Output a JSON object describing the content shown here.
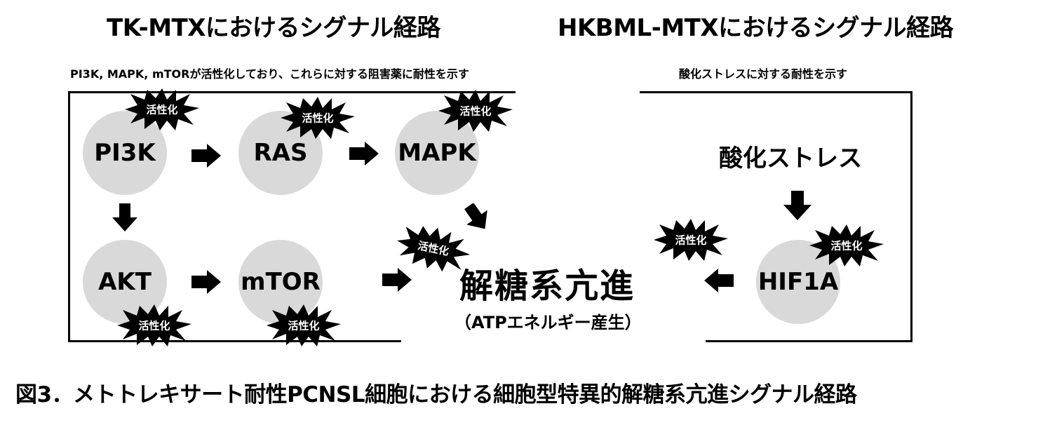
{
  "titles": {
    "left": "TK-MTXにおけるシグナル経路",
    "right": "HKBML-MTXにおけるシグナル経路"
  },
  "subtitles": {
    "left": "PI3K, MAPK, mTORが活性化しており、これらに対する阻害薬に耐性を示す",
    "right": "酸化ストレスに対する耐性を示す"
  },
  "nodes": {
    "pi3k": "PI3K",
    "ras": "RAS",
    "mapk": "MAPK",
    "akt": "AKT",
    "mtor": "mTOR",
    "hif1a": "HIF1A"
  },
  "activation_label": "活性化",
  "center": {
    "main": "解糖系亢進",
    "sub": "（ATPエネルギー産生）"
  },
  "oxidative_stress": "酸化ストレス",
  "caption": "図3．メトトレキサート耐性PCNSL細胞における細胞型特異的解糖系亢進シグナル経路",
  "colors": {
    "node_fill": "#d9d9d9",
    "burst_fill": "#000000",
    "text": "#000000"
  }
}
